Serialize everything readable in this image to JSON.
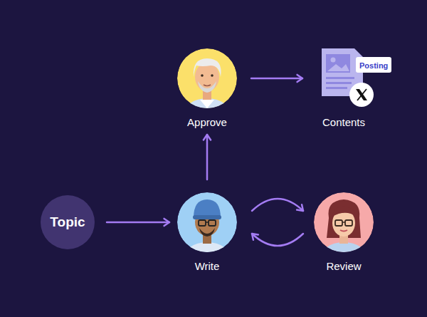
{
  "diagram": {
    "nodes": [
      {
        "text": [
          "Topic"
        ]
      },
      {
        "text": [
          "Write"
        ]
      },
      {
        "text": [
          "Review"
        ]
      },
      {
        "text": [
          "Approve"
        ]
      },
      {
        "text": [
          "Contents"
        ]
      },
      {
        "text": [
          "Posting"
        ],
        "in": 4
      }
    ],
    "edges": [
      {
        "from": 0,
        "to": 1,
        "arrow": "to"
      },
      {
        "from": 1,
        "to": 2,
        "arrow": "to"
      },
      {
        "from": 2,
        "to": 1,
        "arrow": "to"
      },
      {
        "from": 1,
        "to": 3,
        "arrow": "to"
      },
      {
        "from": 3,
        "to": 4,
        "arrow": "to"
      }
    ]
  }
}
